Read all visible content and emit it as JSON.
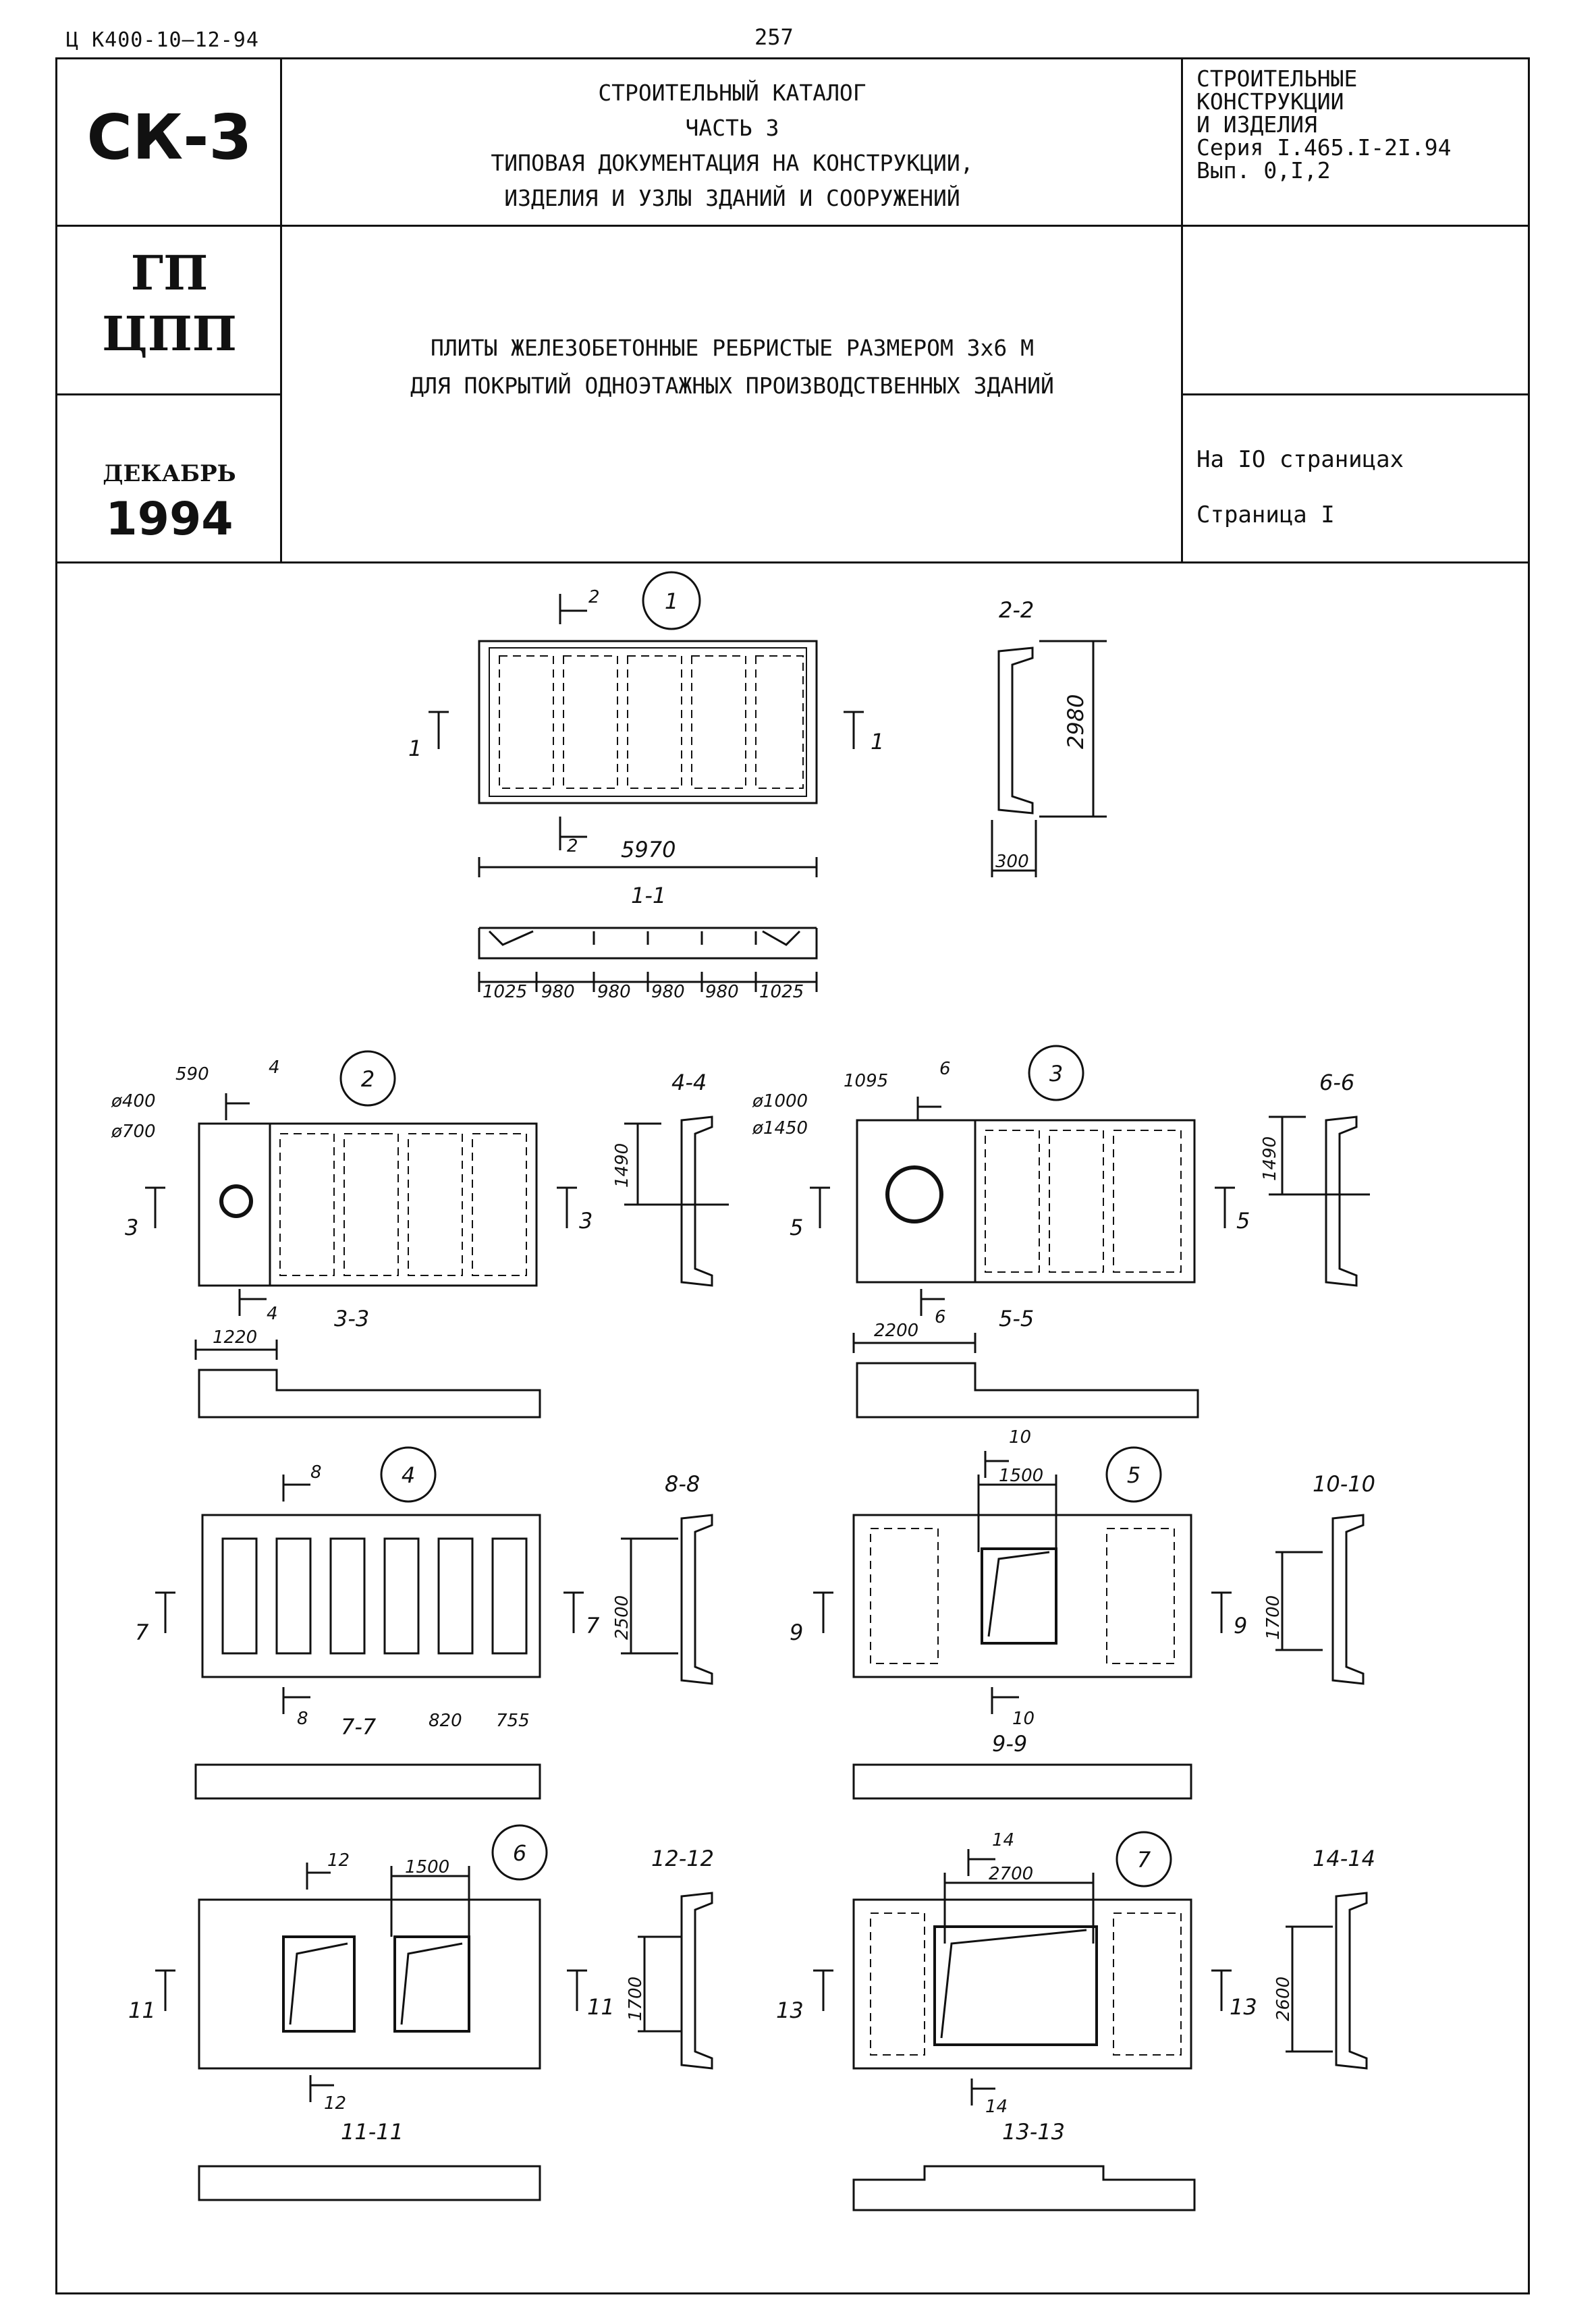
{
  "header": {
    "doc_code": "Ц К400-10—12-94",
    "page_number": "257",
    "catalog_code": "СК-3",
    "catalog_lines": [
      "СТРОИТЕЛЬНЫЙ КАТАЛОГ",
      "ЧАСТЬ 3",
      "ТИПОВАЯ ДОКУМЕНТАЦИЯ НА КОНСТРУКЦИИ,",
      "ИЗДЕЛИЯ И УЗЛЫ ЗДАНИЙ И СООРУЖЕНИЙ"
    ],
    "series_lines": [
      "СТРОИТЕЛЬНЫЕ",
      "КОНСТРУКЦИИ",
      "И ИЗДЕЛИЯ",
      "Серия I.465.I-2I.94",
      "Вып. 0,I,2"
    ],
    "org_lines": [
      "ГП",
      "ЦПП"
    ],
    "title_lines": [
      "ПЛИТЫ ЖЕЛЕЗОБЕТОННЫЕ РЕБРИСТЫЕ РАЗМЕРОМ 3х6 М",
      "ДЛЯ ПОКРЫТИЙ ОДНОЭТАЖНЫХ ПРОИЗВОДСТВЕННЫХ ЗДАНИЙ"
    ],
    "month": "ДЕКАБРЬ",
    "year": "1994",
    "pages_total": "На IO страницах",
    "page_current": "Страница I"
  },
  "drawings": {
    "p1": {
      "num": "1",
      "length": "5970",
      "height": "2980",
      "rib": "300",
      "sec_a": "2-2",
      "sec_b": "1-1",
      "cut_a": "2",
      "cut_b": "1",
      "spacing": [
        "1025",
        "980",
        "980",
        "980",
        "980",
        "1025"
      ]
    },
    "p2": {
      "num": "2",
      "offset": "590",
      "d_in": "ø400",
      "d_out": "ø700",
      "h": "1490",
      "w": "1220",
      "sec_a": "4-4",
      "sec_b": "3-3",
      "cut_a": "4",
      "cut_b": "3"
    },
    "p3": {
      "num": "3",
      "offset": "1095",
      "d_in": "ø1000",
      "d_out": "ø1450",
      "h": "1490",
      "w": "2200",
      "sec_a": "6-6",
      "sec_b": "5-5",
      "cut_a": "6",
      "cut_b": "5"
    },
    "p4": {
      "num": "4",
      "h": "2500",
      "d1": "820",
      "d2": "755",
      "sec_a": "8-8",
      "sec_b": "7-7",
      "cut_a": "8",
      "cut_b": "7"
    },
    "p5": {
      "num": "5",
      "w": "1500",
      "h": "1700",
      "sec_a": "10-10",
      "sec_b": "9-9",
      "cut_a": "10",
      "cut_b": "9"
    },
    "p6": {
      "num": "6",
      "w": "1500",
      "h": "1700",
      "sec_a": "12-12",
      "sec_b": "11-11",
      "cut_a": "12",
      "cut_b": "11"
    },
    "p7": {
      "num": "7",
      "w": "2700",
      "h": "2600",
      "sec_a": "14-14",
      "sec_b": "13-13",
      "cut_a": "14",
      "cut_b": "13"
    }
  }
}
